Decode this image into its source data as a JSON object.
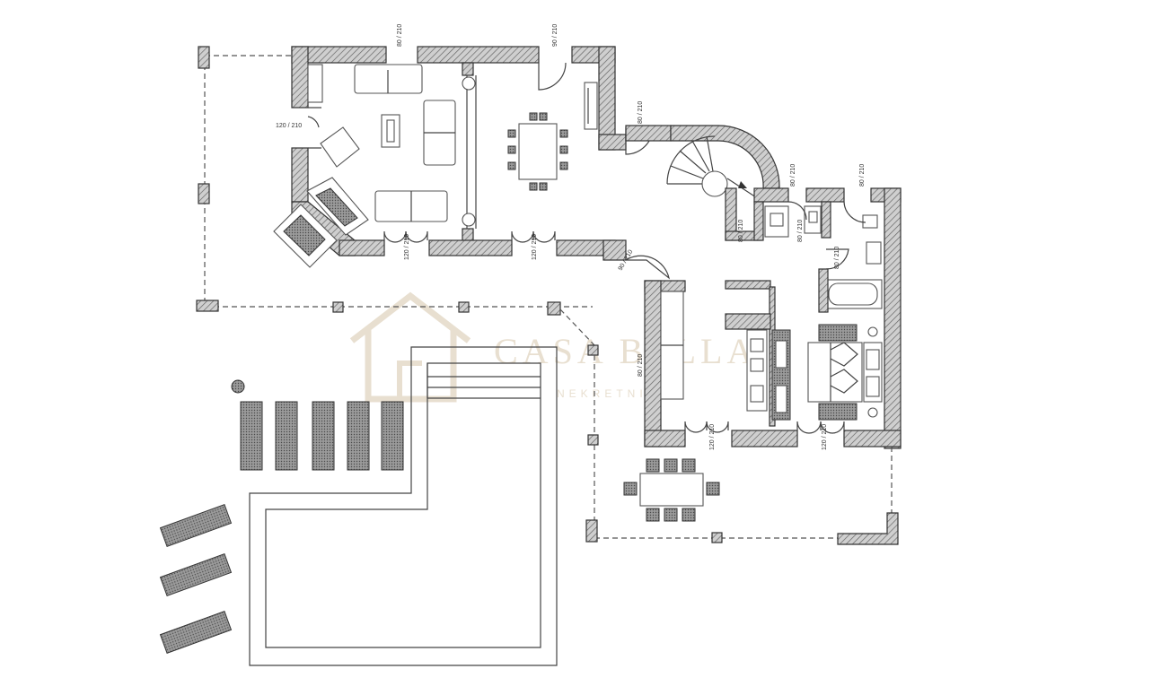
{
  "dimensions": {
    "top_door_a": "80 / 210",
    "top_door_b": "90 / 210",
    "terrace_door_left": "120 / 210",
    "south_window_a": "120 / 210",
    "south_window_b": "120 / 210",
    "entry_corner": "90 / 210",
    "hall_door": "80 / 210",
    "wc_door_a": "80 / 210",
    "wc_door_b": "80 / 210",
    "bath_door": "80 / 210",
    "stair_door": "80 / 210",
    "bedroom_door": "80 / 210",
    "kitchen_side": "80 / 210",
    "kitchen_door": "120 / 210",
    "bedroom_terrace_door": "120 / 210"
  },
  "watermark": {
    "name": "CASA BELLA",
    "sub": "NEKRETNINE"
  },
  "colors": {
    "wall": "#555555",
    "watermark": "#e6dccb"
  }
}
